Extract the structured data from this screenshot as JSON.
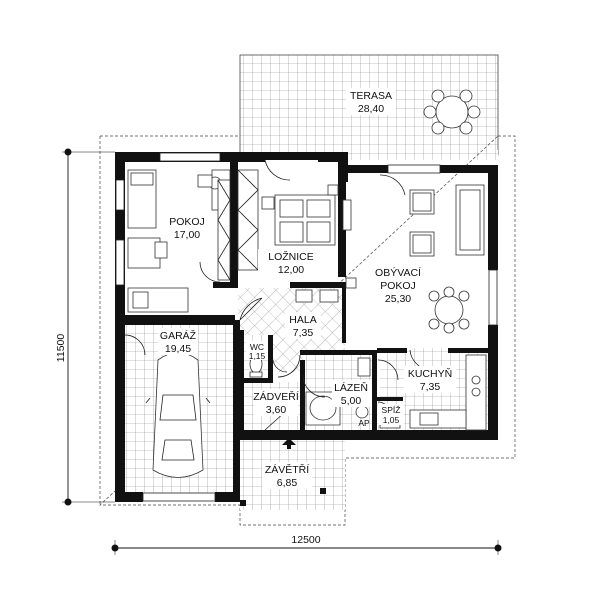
{
  "rooms": {
    "terasa": {
      "name": "TERASA",
      "area": "28,40"
    },
    "pokoj": {
      "name": "POKOJ",
      "area": "17,00"
    },
    "loznice": {
      "name": "LOŽNICE",
      "area": "12,00"
    },
    "obyvaci": {
      "name_line1": "OBÝVACÍ",
      "name_line2": "POKOJ",
      "area": "25,30"
    },
    "hala": {
      "name": "HALA",
      "area": "7,35"
    },
    "garaz": {
      "name": "GARÁŽ",
      "area": "19,45"
    },
    "wc": {
      "name": "WC",
      "area": "1,15"
    },
    "zadveri": {
      "name": "ZÁDVEŘÍ",
      "area": "3,60"
    },
    "lazen": {
      "name": "LÁZEŇ",
      "area": "5,00"
    },
    "kuchyn": {
      "name": "KUCHYŇ",
      "area": "7,35"
    },
    "spiz": {
      "name": "SPÍŽ",
      "area": "1,05"
    },
    "zavetri": {
      "name": "ZÁVĚTŘÍ",
      "area": "6,85"
    }
  },
  "dimensions": {
    "vertical": "11500",
    "horizontal": "12500"
  },
  "labels": {
    "ap": "AP"
  }
}
